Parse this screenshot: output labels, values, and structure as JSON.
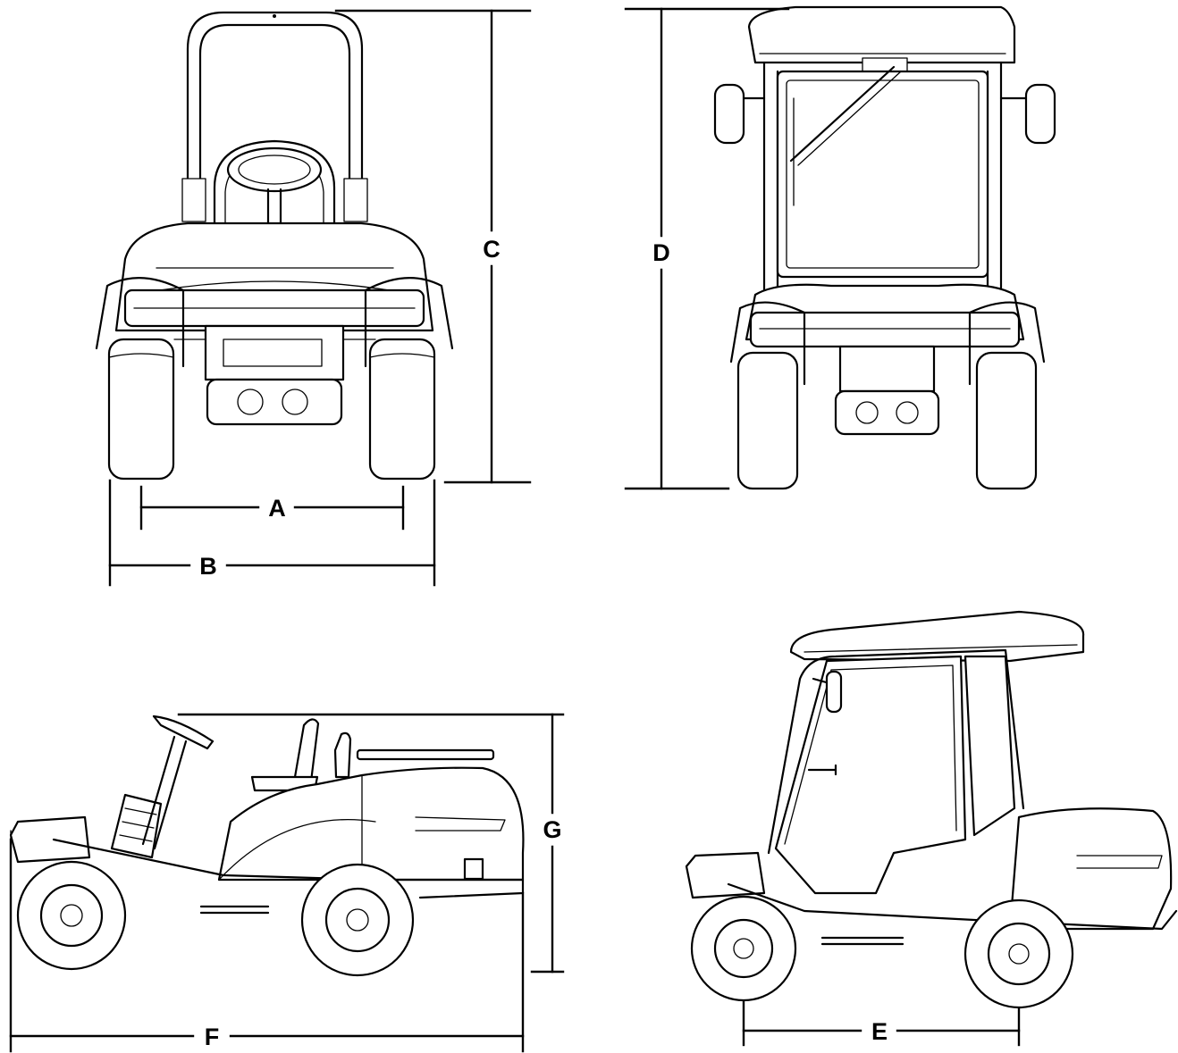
{
  "dimension_labels": {
    "a": "A",
    "b": "B",
    "c": "C",
    "d": "D",
    "e": "E",
    "f": "F",
    "g": "G"
  },
  "views": [
    "front-view-open-station",
    "front-view-cab",
    "side-view-open-station",
    "side-view-cab"
  ]
}
